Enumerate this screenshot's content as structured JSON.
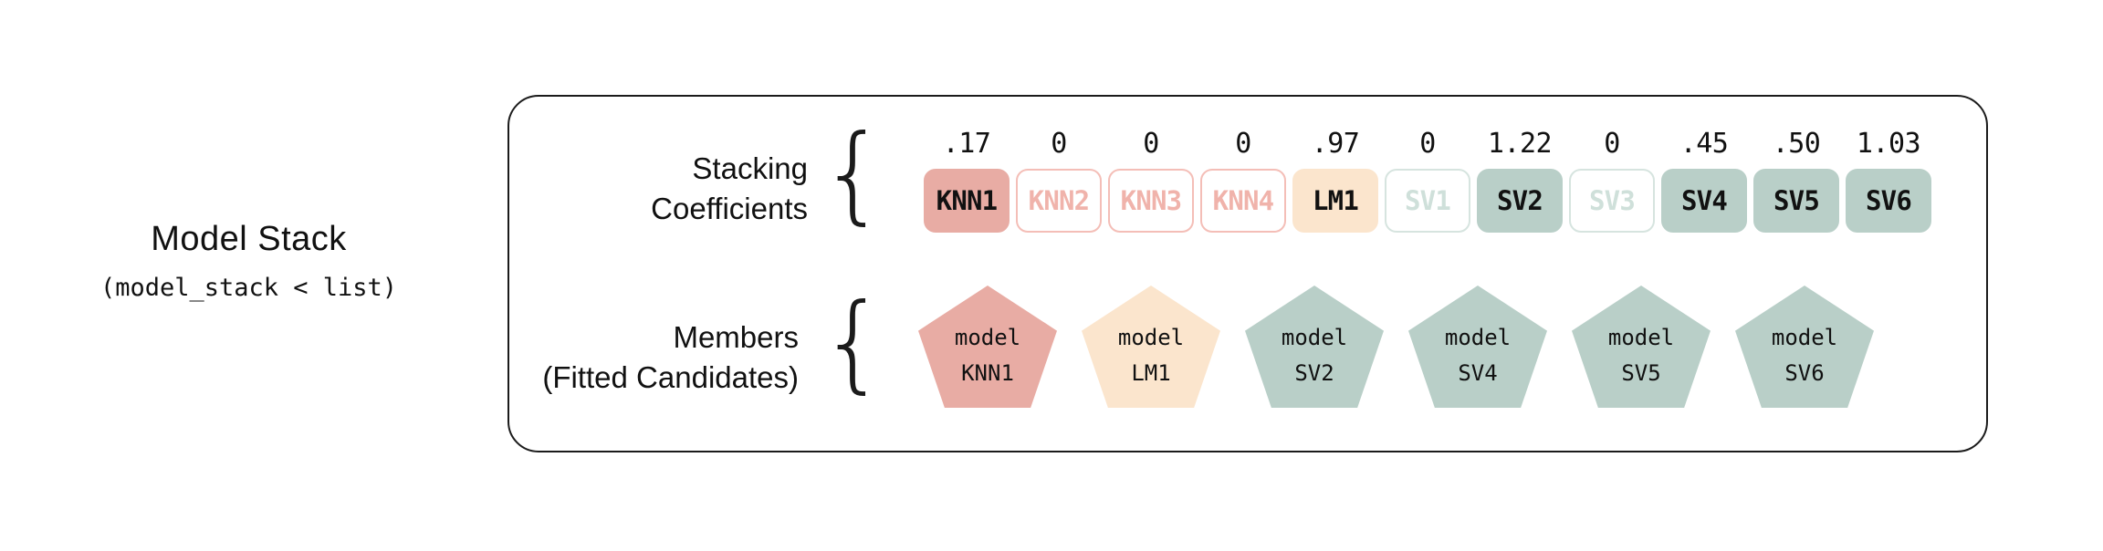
{
  "outer": {
    "title": "Model Stack",
    "subtitle": "(model_stack < list)"
  },
  "rows": {
    "coefficients": {
      "label_line1": "Stacking",
      "label_line2": "Coefficients",
      "brace": "{"
    },
    "members": {
      "label_line1": "Members",
      "label_line2": "(Fitted Candidates)",
      "brace": "{"
    }
  },
  "colors": {
    "pink_fill": "#e8aca4",
    "pink_outline": "#f4beb7",
    "cream_fill": "#fbe5cd",
    "green_fill": "#b9cfc8",
    "green_outline": "#d6e4df",
    "border": "#1b1b1b"
  },
  "chart_data": {
    "type": "bar",
    "title": "Stacking Coefficients",
    "xlabel": "",
    "ylabel": "Stacking Coefficient",
    "categories": [
      "KNN1",
      "KNN2",
      "KNN3",
      "KNN4",
      "LM1",
      "SV1",
      "SV2",
      "SV3",
      "SV4",
      "SV5",
      "SV6"
    ],
    "values": [
      0.17,
      0,
      0,
      0,
      0.97,
      0,
      1.22,
      0,
      0.45,
      0.5,
      1.03
    ],
    "value_labels": [
      ".17",
      "0",
      "0",
      "0",
      ".97",
      "0",
      "1.22",
      "0",
      ".45",
      ".50",
      "1.03"
    ]
  },
  "coefficients": [
    {
      "value": ".17",
      "label": "KNN1",
      "style": "fill-pink",
      "selected": true
    },
    {
      "value": "0",
      "label": "KNN2",
      "style": "out-pink",
      "selected": false
    },
    {
      "value": "0",
      "label": "KNN3",
      "style": "out-pink",
      "selected": false
    },
    {
      "value": "0",
      "label": "KNN4",
      "style": "out-pink",
      "selected": false
    },
    {
      "value": ".97",
      "label": "LM1",
      "style": "fill-cream",
      "selected": true
    },
    {
      "value": "0",
      "label": "SV1",
      "style": "out-green",
      "selected": false
    },
    {
      "value": "1.22",
      "label": "SV2",
      "style": "fill-green",
      "selected": true
    },
    {
      "value": "0",
      "label": "SV3",
      "style": "out-green",
      "selected": false
    },
    {
      "value": ".45",
      "label": "SV4",
      "style": "fill-green",
      "selected": true
    },
    {
      "value": ".50",
      "label": "SV5",
      "style": "fill-green",
      "selected": true
    },
    {
      "value": "1.03",
      "label": "SV6",
      "style": "fill-green",
      "selected": true
    }
  ],
  "members": [
    {
      "line1": "model",
      "line2": "KNN1",
      "style": "pent-pink"
    },
    {
      "line1": "model",
      "line2": "LM1",
      "style": "pent-cream"
    },
    {
      "line1": "model",
      "line2": "SV2",
      "style": "pent-green"
    },
    {
      "line1": "model",
      "line2": "SV4",
      "style": "pent-green"
    },
    {
      "line1": "model",
      "line2": "SV5",
      "style": "pent-green"
    },
    {
      "line1": "model",
      "line2": "SV6",
      "style": "pent-green"
    }
  ]
}
